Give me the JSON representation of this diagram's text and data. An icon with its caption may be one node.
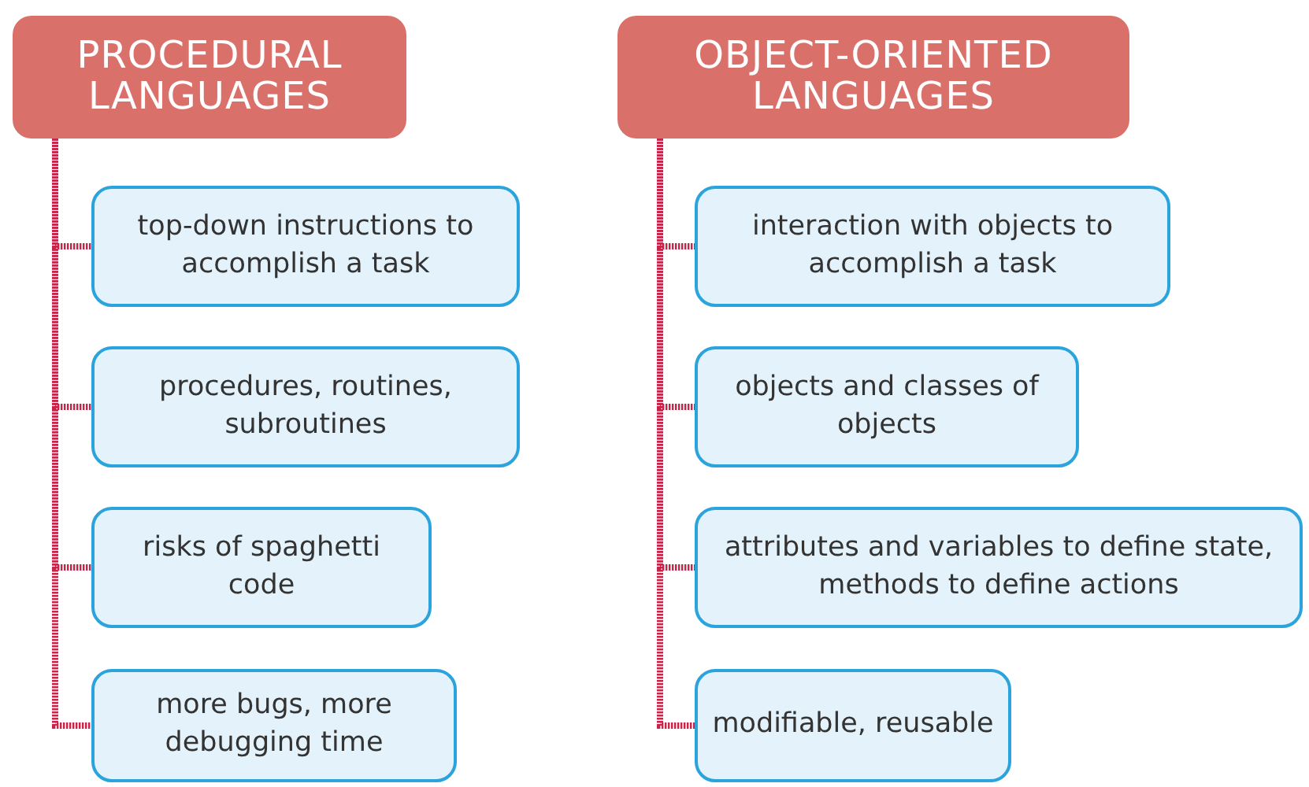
{
  "diagram": {
    "nodes": [
      {
        "text": [
          "PROCEDURAL LANGUAGES"
        ]
      },
      {
        "text": [
          "top-down instructions to accomplish a task"
        ]
      },
      {
        "text": [
          "procedures, routines, subroutines"
        ]
      },
      {
        "text": [
          "risks of spaghetti code"
        ]
      },
      {
        "text": [
          "more bugs, more debugging time"
        ]
      },
      {
        "text": [
          "OBJECT-ORIENTED LANGUAGES"
        ]
      },
      {
        "text": [
          "interaction with objects to accomplish a task"
        ]
      },
      {
        "text": [
          "objects and classes of objects"
        ]
      },
      {
        "text": [
          "attributes and variables to define state, methods to define actions"
        ]
      },
      {
        "text": [
          "modifiable, reusable"
        ]
      }
    ],
    "edges": [
      {
        "from": 0,
        "to": 1,
        "arrow": "none"
      },
      {
        "from": 0,
        "to": 2,
        "arrow": "none"
      },
      {
        "from": 0,
        "to": 3,
        "arrow": "none"
      },
      {
        "from": 0,
        "to": 4,
        "arrow": "none"
      },
      {
        "from": 5,
        "to": 6,
        "arrow": "none"
      },
      {
        "from": 5,
        "to": 7,
        "arrow": "none"
      },
      {
        "from": 5,
        "to": 8,
        "arrow": "none"
      },
      {
        "from": 5,
        "to": 9,
        "arrow": "none"
      }
    ]
  }
}
